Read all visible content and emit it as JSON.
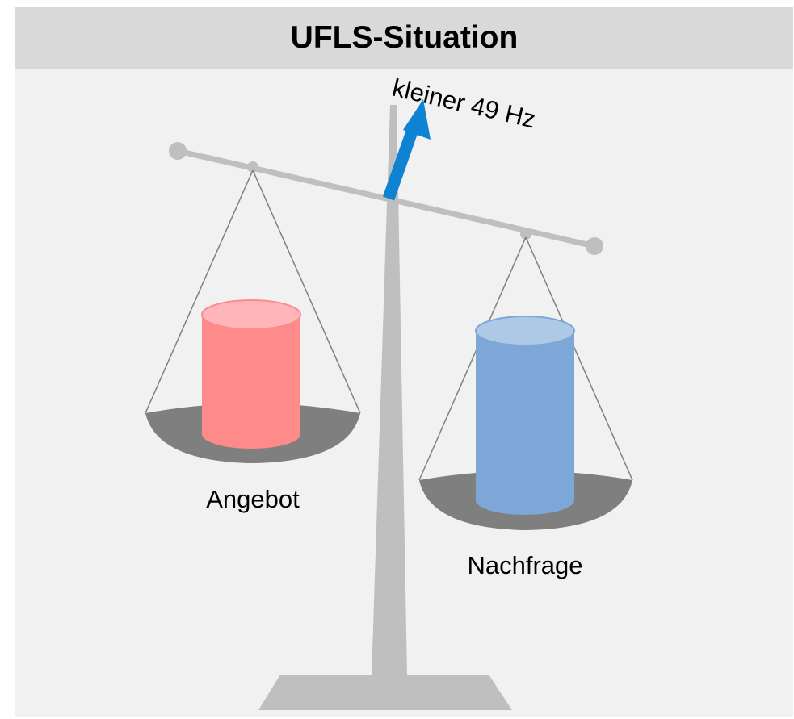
{
  "title": "UFLS-Situation",
  "arrow_label": "kleiner 49 Hz",
  "left_pan_label": "Angebot",
  "right_pan_label": "Nachfrage",
  "colors": {
    "background": "#f1f1f1",
    "header": "#d9d9d9",
    "scale_gray": "#bfbfbf",
    "pan_dark": "#7f7f7f",
    "arrow_blue": "#0f82d2",
    "supply_red": "#ff8a8a",
    "demand_blue": "#7ca7d6"
  }
}
